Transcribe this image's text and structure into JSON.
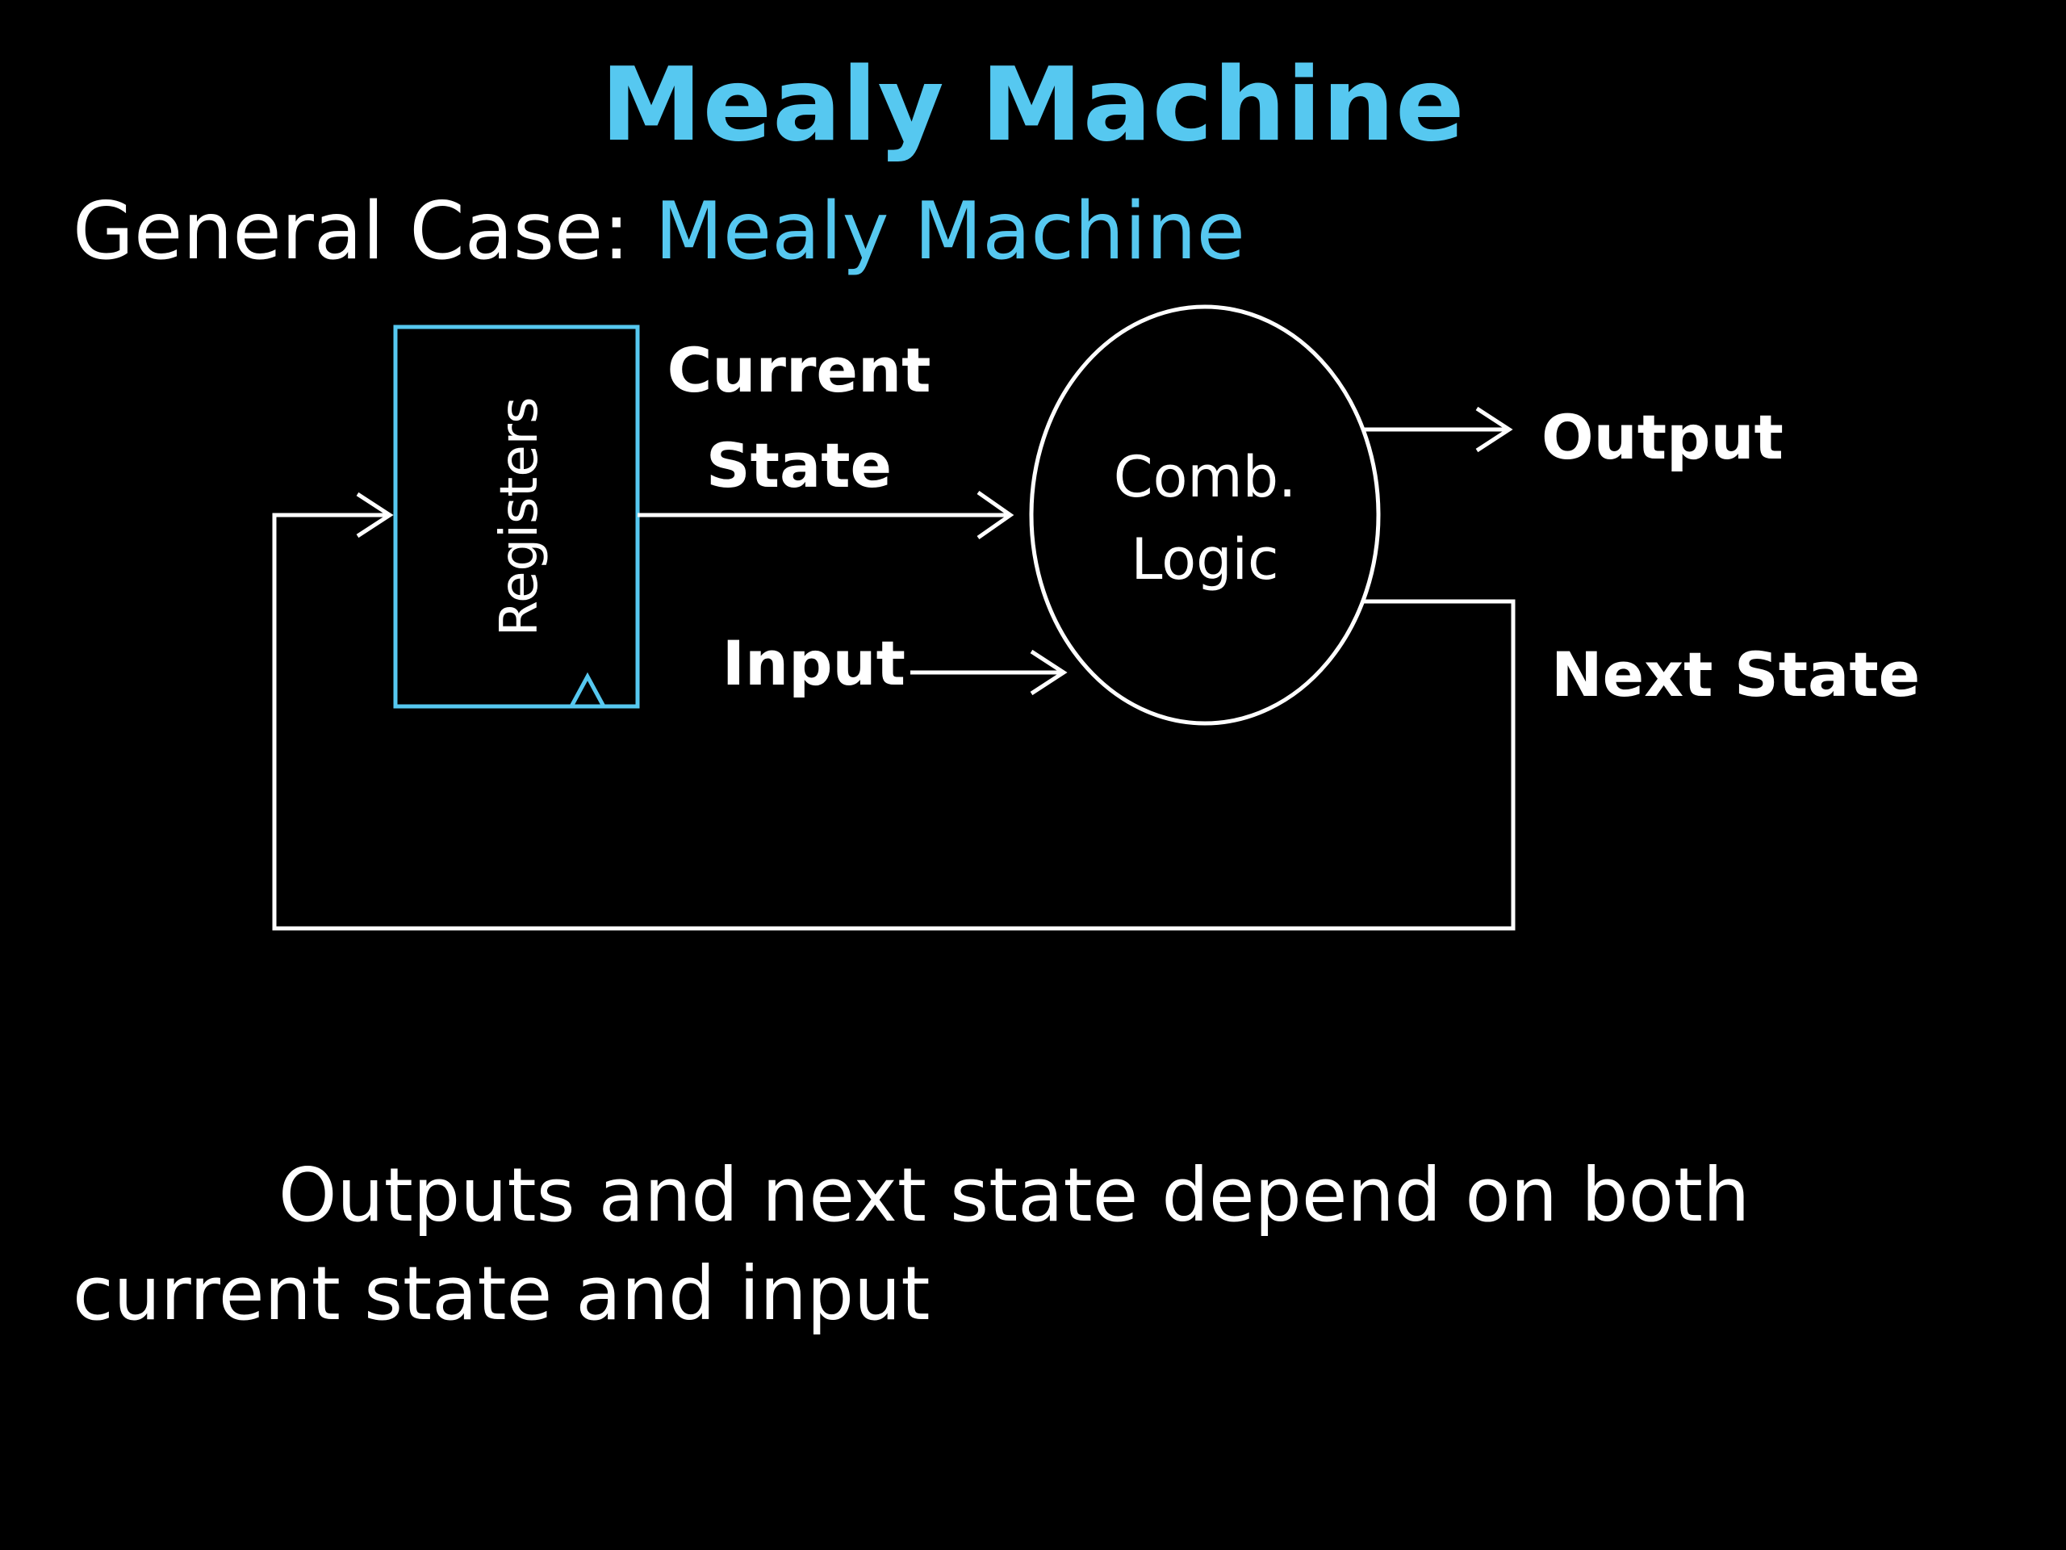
{
  "slide": {
    "title": "Mealy Machine",
    "subtitle_prefix": "General Case: ",
    "subtitle_accent": "Mealy Machine",
    "caption_line1": "Outputs and next state depend on both",
    "caption_line2": "current state and input"
  },
  "diagram": {
    "registers_label": "Registers",
    "current_state_line1": "Current",
    "current_state_line2": "State",
    "comb_logic_line1": "Comb.",
    "comb_logic_line2": "Logic",
    "input_label": "Input",
    "output_label": "Output",
    "next_state_label": "Next State"
  },
  "colors": {
    "background": "#000000",
    "accent": "#56c8f0",
    "text": "#ffffff"
  }
}
